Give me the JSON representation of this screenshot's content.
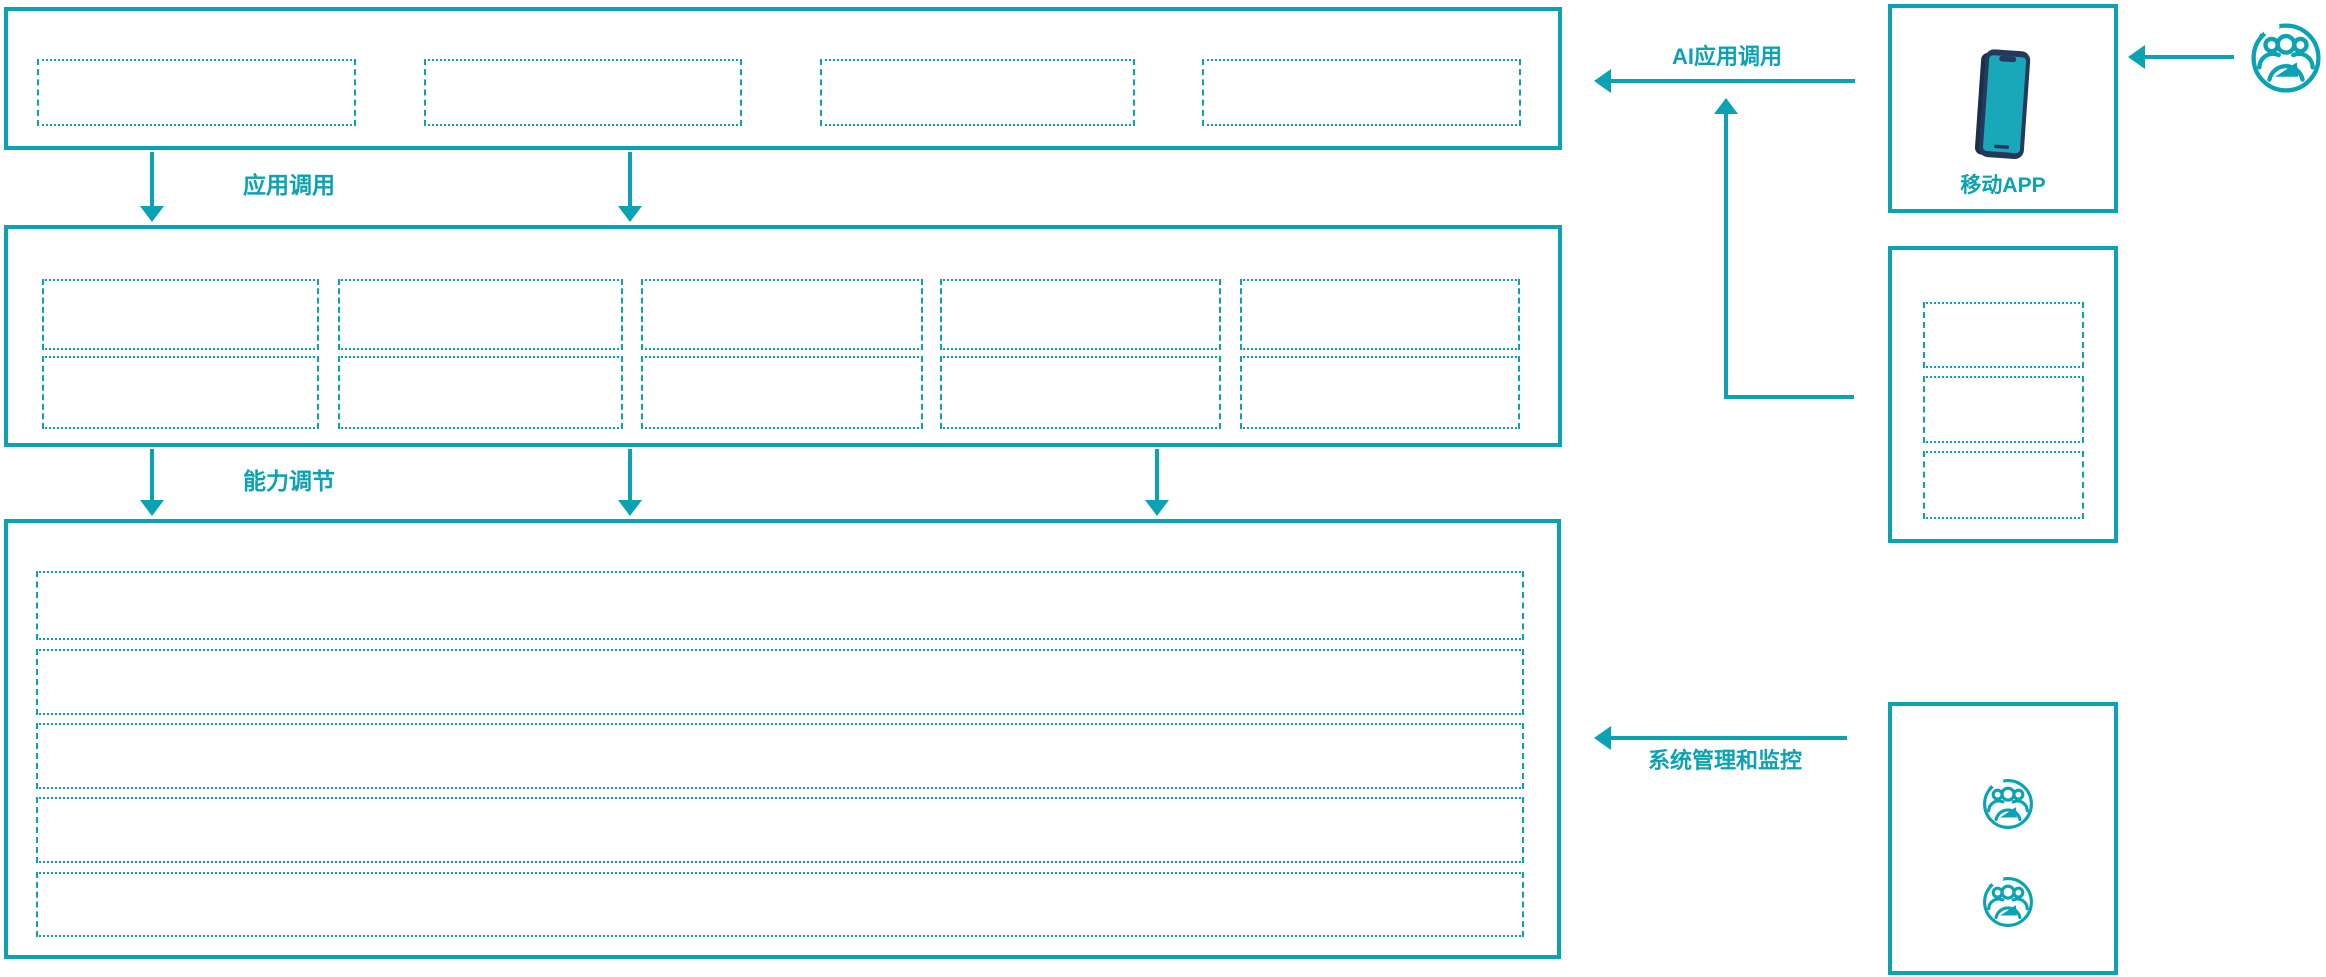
{
  "colors": {
    "accent": "#0ba3b3",
    "phone_frame": "#24395b",
    "phone_side": "#1b2e4b",
    "phone_screen": "#18a8ba",
    "background": "#ffffff"
  },
  "labels": {
    "app_call": "应用调用",
    "capability_tune": "能力调节",
    "ai_app_call": "AI应用调用",
    "system_mgmt_monitor": "系统管理和监控",
    "mobile_app": "移动APP"
  },
  "left_stack": {
    "top_layer": {
      "placeholder_boxes": 4
    },
    "middle_layer": {
      "placeholder_rows": 2,
      "placeholder_columns": 5
    },
    "bottom_layer": {
      "placeholder_rows": 5
    }
  },
  "right_column": {
    "mobile_box": {
      "icon": "smartphone-icon"
    },
    "platform_box": {
      "placeholder_boxes": 3
    },
    "admin_box": {
      "icons": [
        "users-group-icon",
        "users-group-icon"
      ]
    },
    "external_user_icon": "users-group-icon"
  }
}
